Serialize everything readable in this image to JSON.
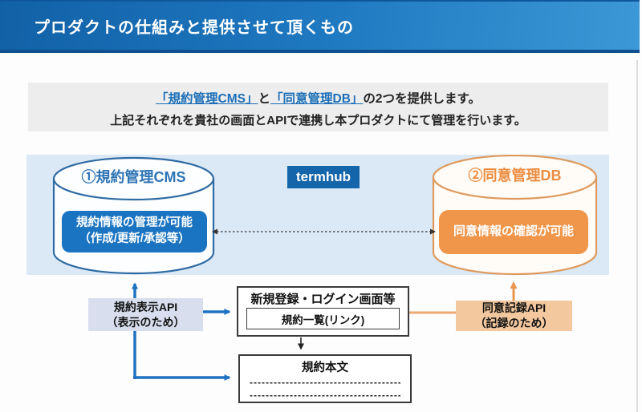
{
  "header": {
    "title": "プロダクトの仕組みと提供させて頂くもの"
  },
  "intro": {
    "line1_part1": "「規約管理CMS」",
    "line1_part2": "と",
    "line1_part3": "「同意管理DB」",
    "line1_part4": "の2つを提供します。",
    "line2": "上記それぞれを貴社の画面とAPIで連携し本プロダクトにて管理を行います。"
  },
  "diagram": {
    "brand": "termhub",
    "cms": {
      "title": "①規約管理CMS",
      "capability_line1": "規約情報の管理が可能",
      "capability_line2": "（作成/更新/承認等）"
    },
    "consent": {
      "title": "②同意管理DB",
      "capability": "同意情報の確認が可能"
    }
  },
  "flow": {
    "terms_api": {
      "line1": "規約表示API",
      "line2": "（表示のため）"
    },
    "signup_screen": {
      "title": "新規登録・ログイン画面等",
      "link_box": "規約一覧(リンク)"
    },
    "consent_api": {
      "line1": "同意記録API",
      "line2": "（記録のため）"
    },
    "terms_body": {
      "title": "規約本文",
      "dashed_line1": "----------------------------------------",
      "dashed_line2": "----------------------------------------"
    }
  },
  "colors": {
    "header_blue_dark": "#1261a7",
    "header_blue_light": "#3c98d6",
    "panel_blue": "#dbe9f6",
    "brand_badge_blue": "#1565ab",
    "cms_fill_blue": "#1b74c2",
    "cms_stroke_blue": "#2f6ba3",
    "consent_fill_orange": "#f0964b",
    "consent_stroke_orange": "#de9a5e",
    "link_blue": "#1c6fb8",
    "terms_api_bg": "#d9deee",
    "consent_api_bg": "#f4c89f",
    "arrow_blue": "#1e72c2",
    "arrow_orange": "#e8964e"
  }
}
